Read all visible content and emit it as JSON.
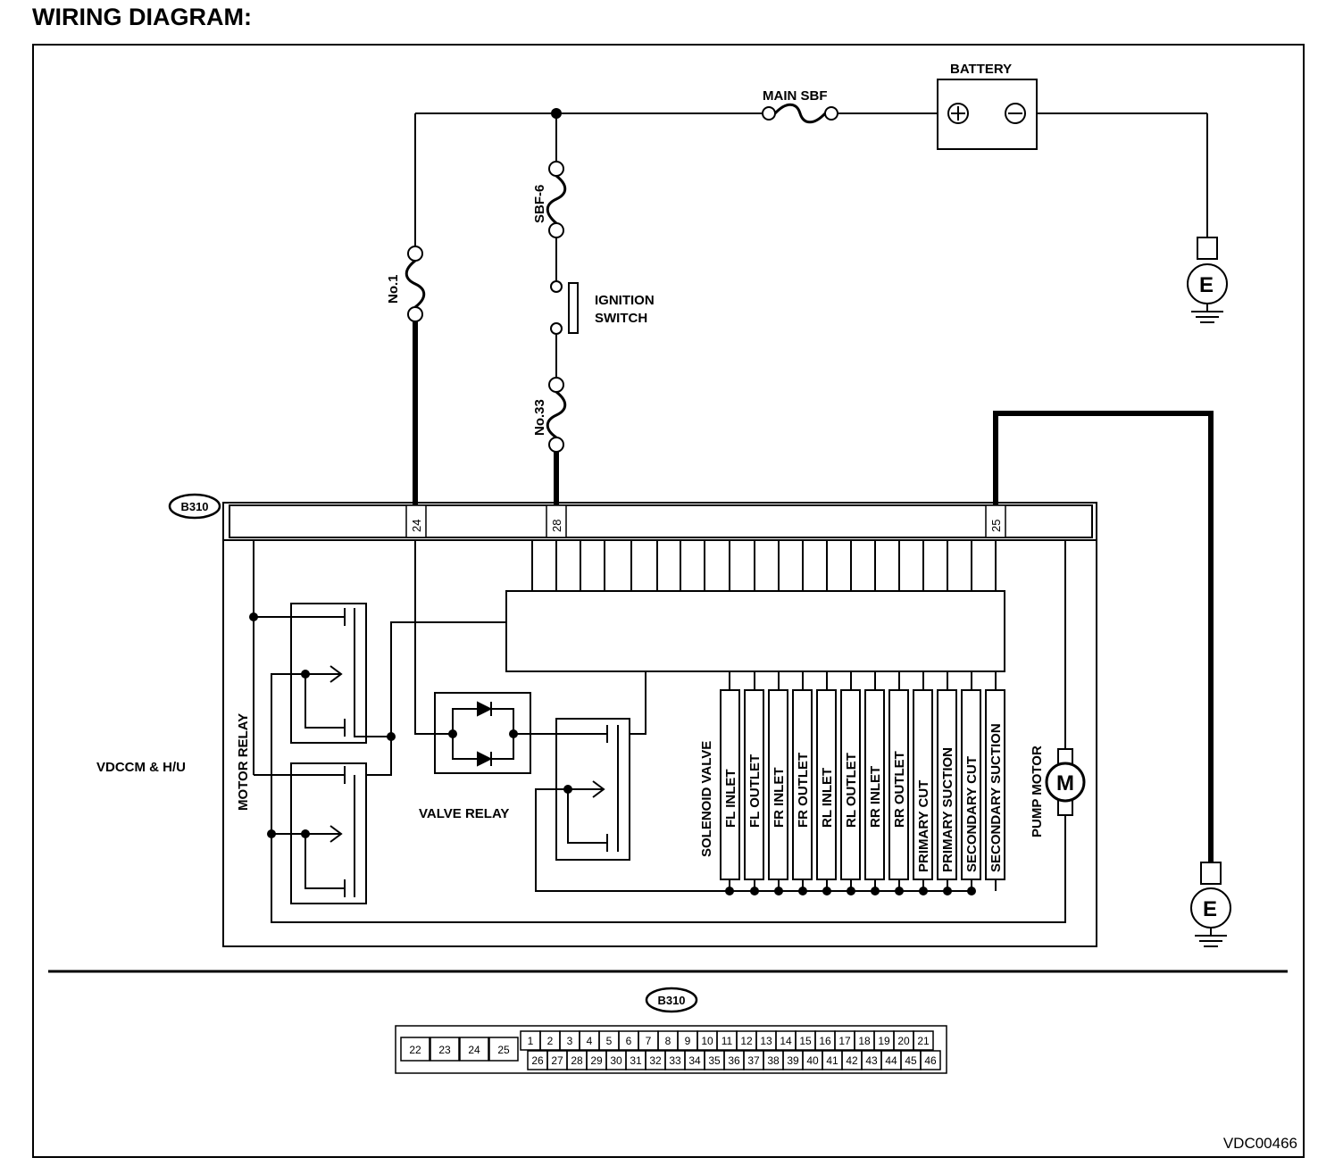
{
  "title": "WIRING DIAGRAM:",
  "components": {
    "battery": "BATTERY",
    "main_sbf": "MAIN SBF",
    "sbf6": "SBF-6",
    "no1": "No.1",
    "ignition_switch_line1": "IGNITION",
    "ignition_switch_line2": "SWITCH",
    "no33": "No.33",
    "ground": "E",
    "vdccm": "VDCCM & H/U",
    "motor_relay": "MOTOR RELAY",
    "valve_relay": "VALVE RELAY",
    "solenoid_valve": "SOLENOID VALVE",
    "pump_motor": "PUMP MOTOR",
    "motor_symbol": "M"
  },
  "connector": {
    "id": "B310",
    "pins_used": [
      "24",
      "28",
      "25"
    ],
    "top_row_left": [
      "22",
      "23",
      "24",
      "25"
    ],
    "top_row_right": [
      "1",
      "2",
      "3",
      "4",
      "5",
      "6",
      "7",
      "8",
      "9",
      "10",
      "11",
      "12",
      "13",
      "14",
      "15",
      "16",
      "17",
      "18",
      "19",
      "20",
      "21"
    ],
    "bottom_row": [
      "26",
      "27",
      "28",
      "29",
      "30",
      "31",
      "32",
      "33",
      "34",
      "35",
      "36",
      "37",
      "38",
      "39",
      "40",
      "41",
      "42",
      "43",
      "44",
      "45",
      "46"
    ]
  },
  "solenoid_valves": [
    "FL INLET",
    "FL OUTLET",
    "FR INLET",
    "FR OUTLET",
    "RL INLET",
    "RL OUTLET",
    "RR INLET",
    "RR OUTLET",
    "PRIMARY CUT",
    "PRIMARY SUCTION",
    "SECONDARY CUT",
    "SECONDARY SUCTION"
  ],
  "figure_code": "VDC00466"
}
